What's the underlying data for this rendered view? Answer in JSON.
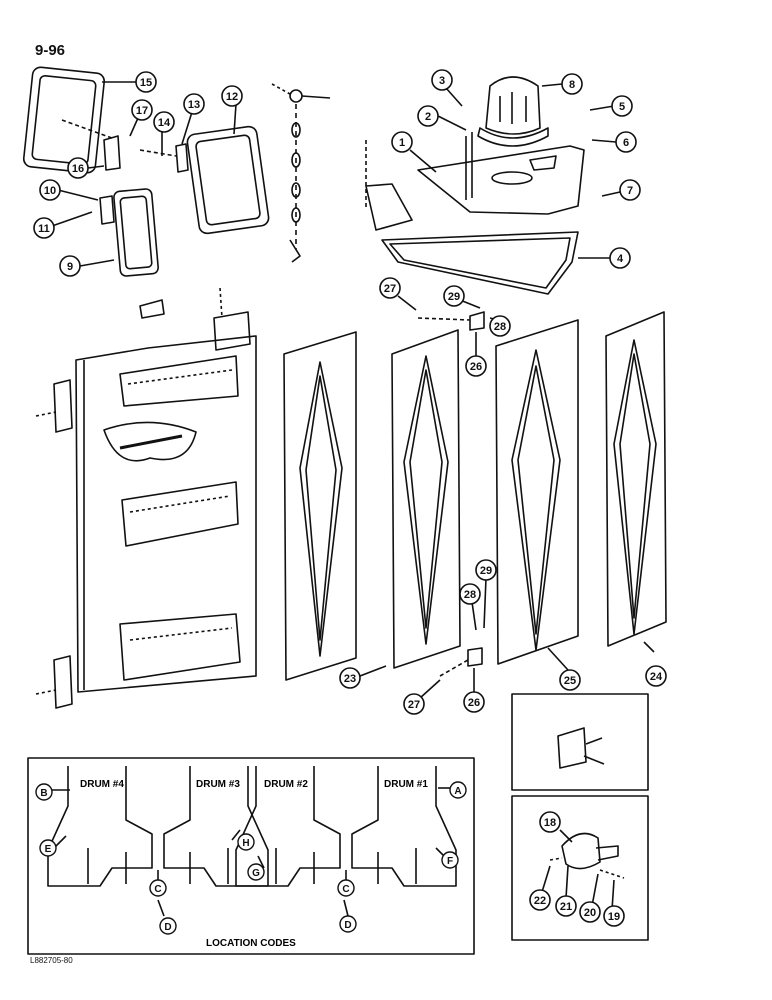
{
  "page_number": "9-96",
  "figure_code": "L882705-80",
  "inset": {
    "title": "LOCATION CODES",
    "drums": [
      {
        "label": "DRUM #4"
      },
      {
        "label": "DRUM #3"
      },
      {
        "label": "DRUM #2"
      },
      {
        "label": "DRUM #1"
      }
    ],
    "codes": [
      "A",
      "B",
      "C",
      "C",
      "D",
      "D",
      "E",
      "F",
      "G",
      "H"
    ]
  },
  "callouts": [
    "1",
    "2",
    "3",
    "4",
    "5",
    "6",
    "7",
    "8",
    "9",
    "10",
    "11",
    "12",
    "13",
    "14",
    "15",
    "16",
    "17",
    "19",
    "18",
    "20",
    "21",
    "22",
    "23",
    "24",
    "25",
    "26",
    "26",
    "27",
    "27",
    "28",
    "28",
    "29",
    "29"
  ]
}
